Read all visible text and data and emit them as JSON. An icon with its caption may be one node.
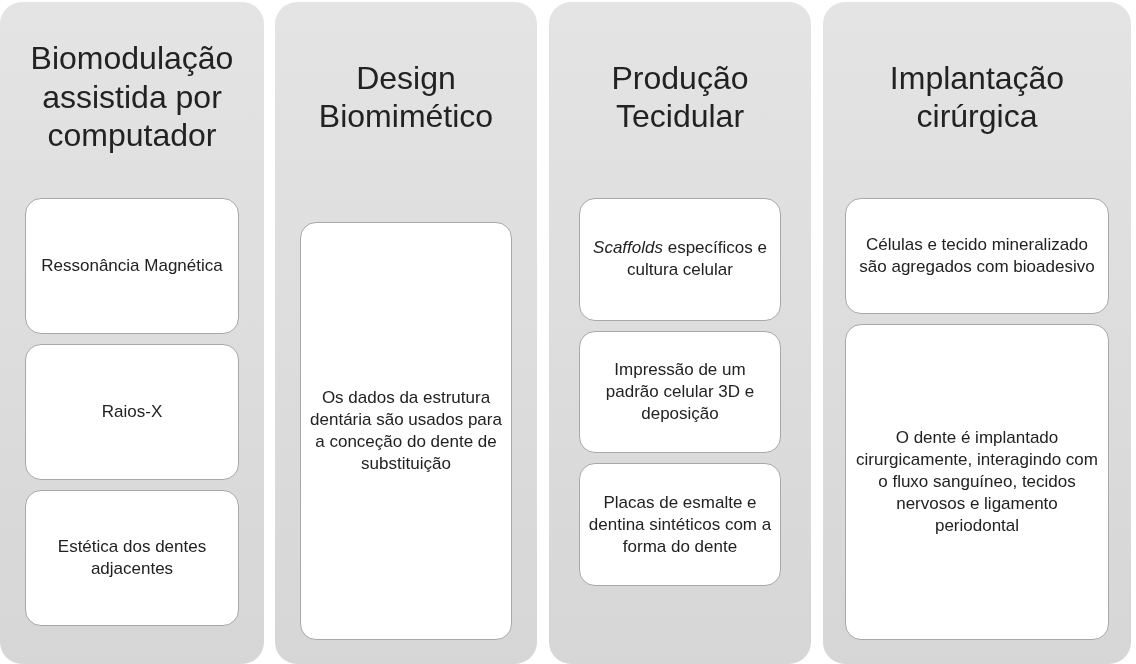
{
  "diagram": {
    "nodes": [
      {
        "text": [
          "Biomodulação assistida por computador"
        ]
      },
      {
        "text": [
          "Ressonância Magnética"
        ],
        "in": 0
      },
      {
        "text": [
          "Raios-X"
        ],
        "in": 0
      },
      {
        "text": [
          "Estética dos dentes adjacentes"
        ],
        "in": 0
      },
      {
        "text": [
          "Design Biomimético"
        ]
      },
      {
        "text": [
          "Os dados da estrutura dentária são usados para a conceção do dente de substituição"
        ],
        "in": 4
      },
      {
        "text": [
          "Produção Tecidular"
        ]
      },
      {
        "text": [
          "*Scaffolds* específicos e cultura celular"
        ],
        "in": 6
      },
      {
        "text": [
          "Impressão de um padrão celular 3D e deposição"
        ],
        "in": 6
      },
      {
        "text": [
          "Placas de esmalte e dentina sintéticos com a forma do dente"
        ],
        "in": 6
      },
      {
        "text": [
          "Implantação cirúrgica"
        ]
      },
      {
        "text": [
          "Células e tecido mineralizado são agregados com bioadesivo"
        ],
        "in": 10
      },
      {
        "text": [
          "O dente é implantado cirurgicamente, interagindo com o fluxo sanguíneo, tecidos nervosos e ligamento periodontal"
        ],
        "in": 10
      }
    ]
  }
}
